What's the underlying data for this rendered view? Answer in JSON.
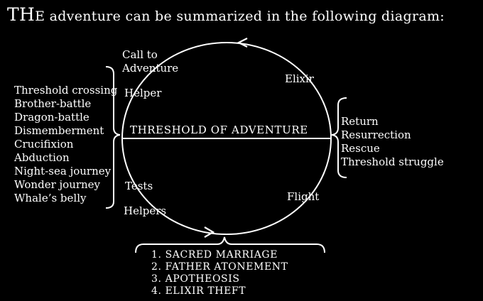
{
  "heading": {
    "first_letters": "TH",
    "rest": "E adventure can be summarized in the following diagram:"
  },
  "top_left_label": [
    "Call to",
    "Adventure"
  ],
  "helper_label": "Helper",
  "elixir_label": "Elixir",
  "threshold_label": "THRESHOLD OF ADVENTURE",
  "tests_label": "Tests",
  "helpers_label": "Helpers",
  "flight_label": "Flight",
  "left_list": [
    "Threshold crossing",
    "Brother-battle",
    "Dragon-battle",
    "Dismemberment",
    "Crucifixion",
    "Abduction",
    "Night-sea journey",
    "Wonder journey",
    "Whale’s belly"
  ],
  "right_list": [
    "Return",
    "Resurrection",
    "Rescue",
    "Threshold struggle"
  ],
  "bottom_stages": [
    "1. SACRED MARRIAGE",
    "2. FATHER ATONEMENT",
    "3. APOTHEOSIS",
    "4. ELIXIR THEFT"
  ],
  "colors": {
    "background": "#000000",
    "foreground": "#ffffff"
  }
}
